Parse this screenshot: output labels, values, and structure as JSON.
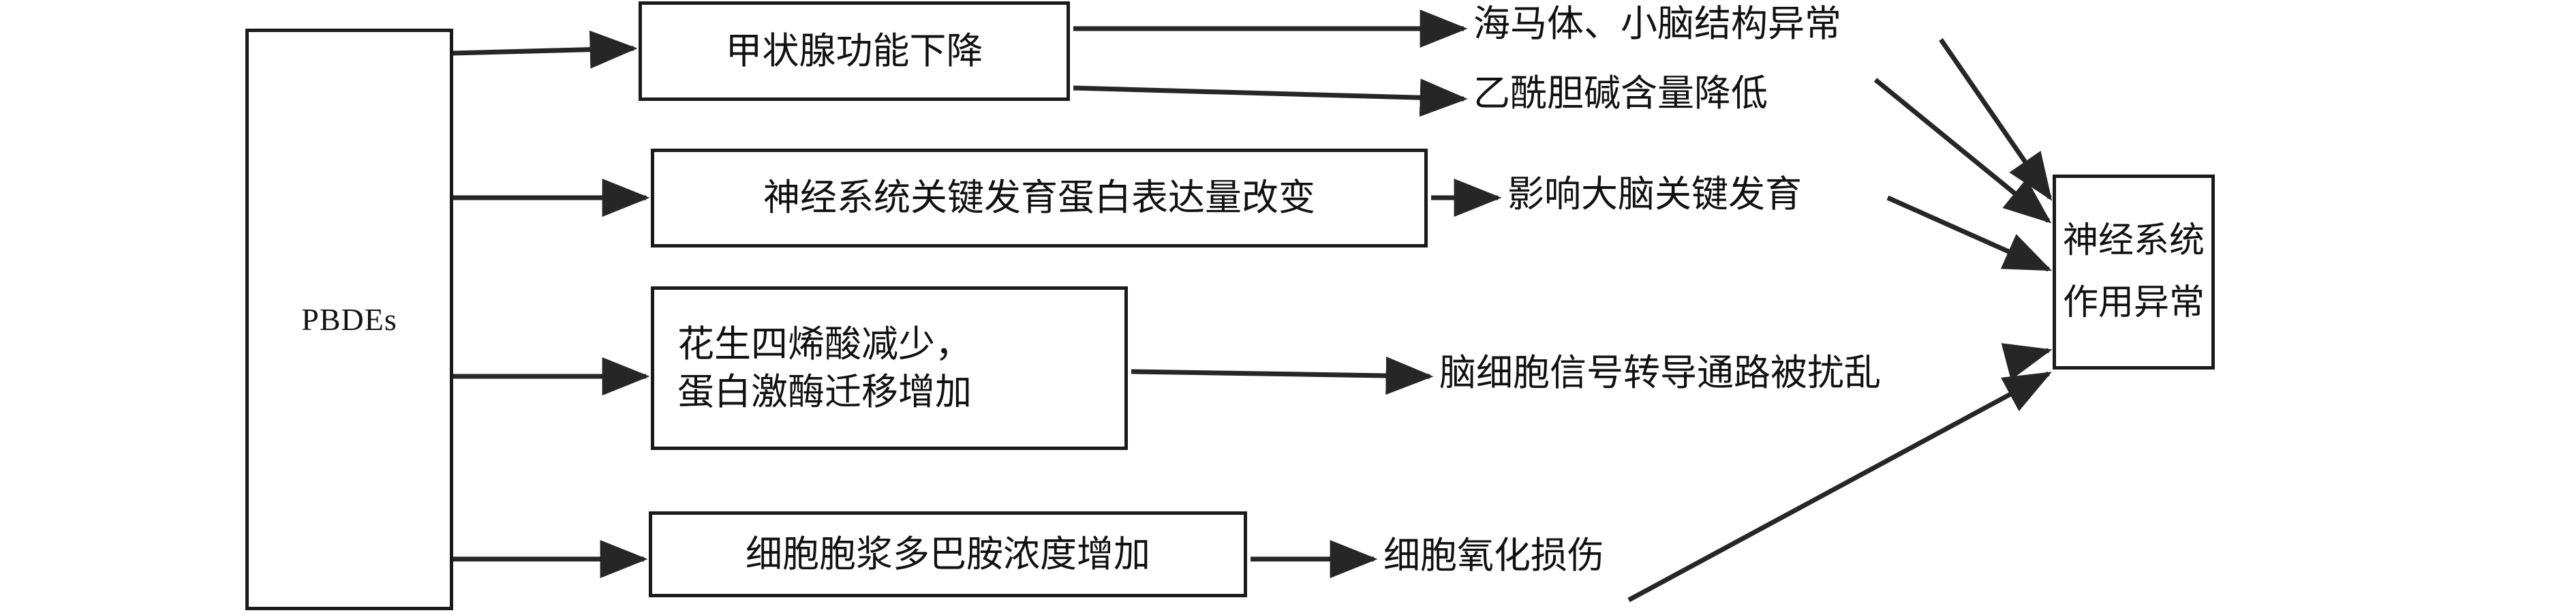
{
  "diagram": {
    "title": "PBDEs neurotoxicity mechanism flowchart",
    "background_color": "#ffffff",
    "line_color": "#1a1a1a",
    "text_color": "#111111",
    "source_node": {
      "id": "source",
      "label": "PBDEs"
    },
    "process_nodes": [
      {
        "id": "p1",
        "label": "甲状腺功能下降"
      },
      {
        "id": "p2",
        "label": "神经系统关键发育蛋白表达量改变"
      },
      {
        "id": "p3",
        "line1": "花生四烯酸减少，",
        "line2": "蛋白激酶迁移增加"
      },
      {
        "id": "p4",
        "label": "细胞胞浆多巴胺浓度增加"
      }
    ],
    "outcome_labels": [
      {
        "id": "o1",
        "label": "海马体、小脑结构异常"
      },
      {
        "id": "o2",
        "label": "乙酰胆碱含量降低"
      },
      {
        "id": "o3",
        "label": "影响大脑关键发育"
      },
      {
        "id": "o4",
        "label": "脑细胞信号转导通路被扰乱"
      },
      {
        "id": "o5",
        "label": "细胞氧化损伤"
      }
    ],
    "target_node": {
      "id": "target",
      "line1": "神经系统",
      "line2": "作用异常"
    }
  }
}
